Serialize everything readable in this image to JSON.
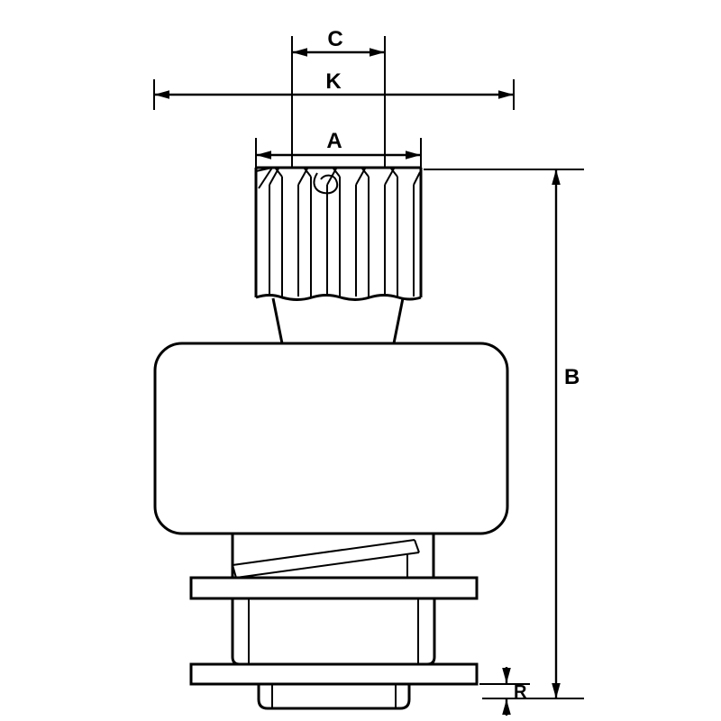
{
  "labels": {
    "c": "C",
    "k": "K",
    "a": "A",
    "b": "B",
    "r": "R"
  },
  "colors": {
    "ink": "#000000",
    "background": "#ffffff"
  }
}
